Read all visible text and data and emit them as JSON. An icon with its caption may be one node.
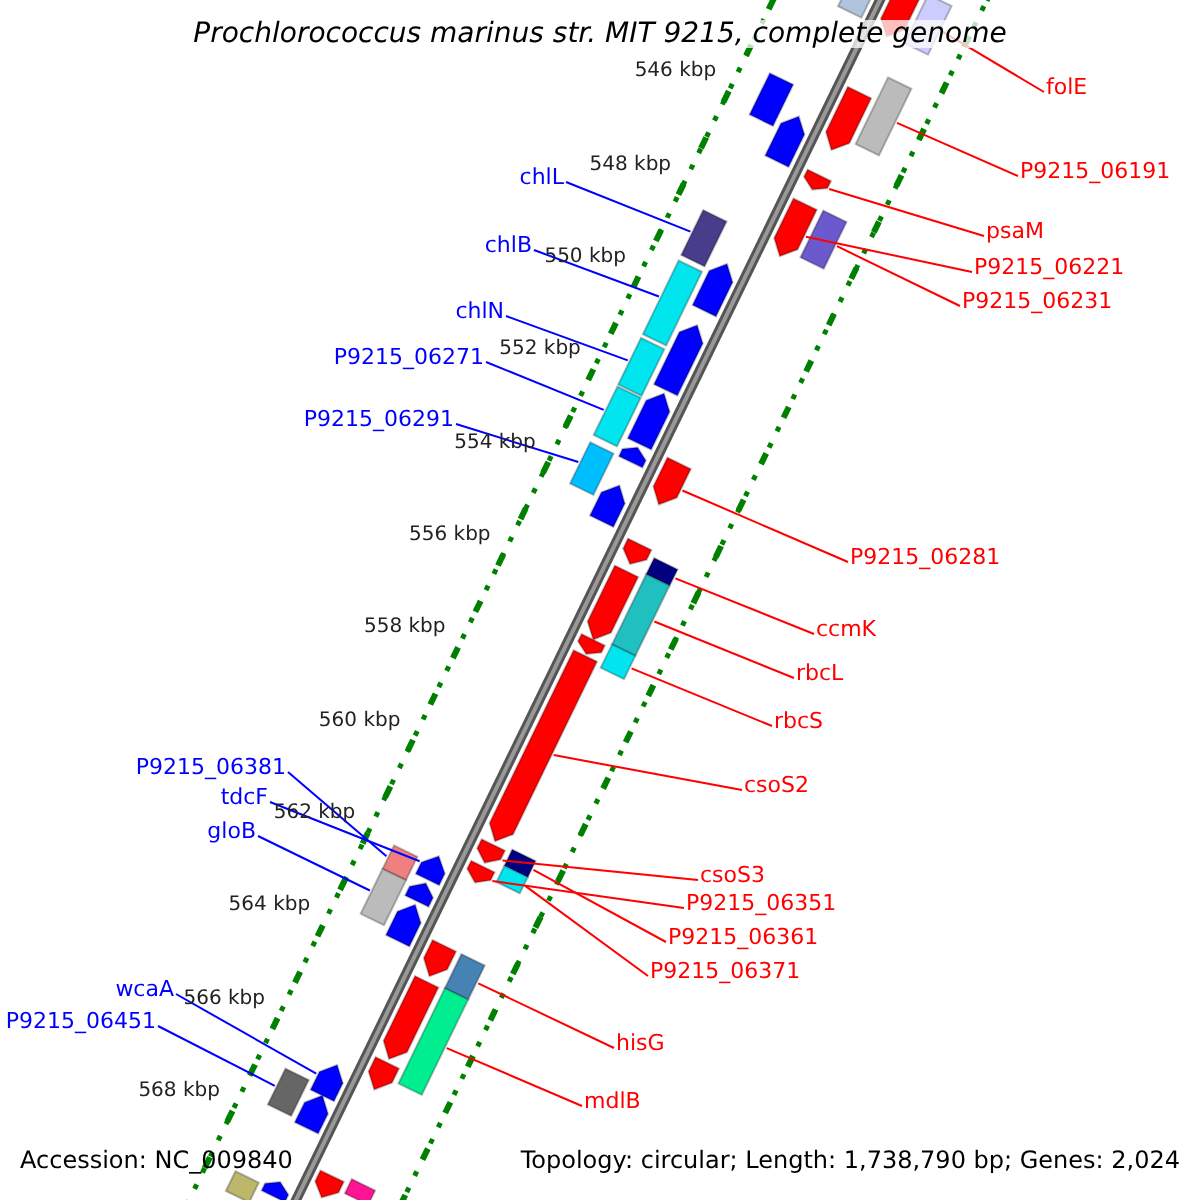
{
  "diagram": {
    "title": "Prochlorococcus marinus str. MIT 9215, complete genome",
    "nodes": [
      {
        "text": [
          "folE"
        ]
      },
      {
        "text": [],
        "shape": "bar"
      },
      {
        "text": [
          "P9215_06191"
        ]
      },
      {
        "text": [],
        "shape": "bar"
      },
      {
        "text": [
          "chlL"
        ]
      },
      {
        "text": [],
        "shape": "bar"
      },
      {
        "text": [
          "psaM"
        ]
      },
      {
        "text": [],
        "shape": "pentagon"
      },
      {
        "text": [
          "P9215_06221"
        ]
      },
      {
        "text": [],
        "shape": "pentagon"
      },
      {
        "text": [
          "chlB"
        ]
      },
      {
        "text": [],
        "shape": "bar"
      },
      {
        "text": [
          "P9215_06231"
        ]
      },
      {
        "text": [],
        "shape": "bar"
      },
      {
        "text": [
          "chlN"
        ]
      },
      {
        "text": [],
        "shape": "bar"
      },
      {
        "text": [
          "P9215_06271"
        ]
      },
      {
        "text": [],
        "shape": "bar"
      },
      {
        "text": [
          "P9215_06291"
        ]
      },
      {
        "text": [],
        "shape": "bar"
      },
      {
        "text": [
          "P9215_06281"
        ]
      },
      {
        "text": [],
        "shape": "pentagon"
      },
      {
        "text": [
          "ccmK"
        ]
      },
      {
        "text": [],
        "shape": "bar"
      },
      {
        "text": [
          "rbcL"
        ]
      },
      {
        "text": [],
        "shape": "bar"
      },
      {
        "text": [
          "rbcS"
        ]
      },
      {
        "text": [],
        "shape": "bar"
      },
      {
        "text": [
          "P9215_06381"
        ]
      },
      {
        "text": [],
        "shape": "bar"
      },
      {
        "text": [
          "csoS2"
        ]
      },
      {
        "text": [],
        "shape": "pentagon"
      },
      {
        "text": [
          "tdcF"
        ]
      },
      {
        "text": [],
        "shape": "pentagon"
      },
      {
        "text": [
          "gloB"
        ]
      },
      {
        "text": [],
        "shape": "bar"
      },
      {
        "text": [
          "csoS3"
        ]
      },
      {
        "text": [],
        "shape": "pentagon"
      },
      {
        "text": [
          "P9215_06351"
        ]
      },
      {
        "text": [],
        "shape": "pentagon"
      },
      {
        "text": [
          "P9215_06361"
        ]
      },
      {
        "text": [],
        "shape": "bar"
      },
      {
        "text": [
          "P9215_06371"
        ]
      },
      {
        "text": [],
        "shape": "bar"
      },
      {
        "text": [
          "wcaA"
        ]
      },
      {
        "text": [],
        "shape": "pentagon"
      },
      {
        "text": [
          "P9215_06451"
        ]
      },
      {
        "text": [],
        "shape": "bar"
      },
      {
        "text": [
          "hisG"
        ]
      },
      {
        "text": [],
        "shape": "bar"
      },
      {
        "text": [
          "mdlB"
        ]
      },
      {
        "text": [],
        "shape": "bar"
      },
      {
        "text": [],
        "shape": "pentagon"
      },
      {
        "text": [],
        "shape": "pentagon"
      },
      {
        "text": [],
        "shape": "pentagon"
      },
      {
        "text": [],
        "shape": "bar"
      },
      {
        "text": [],
        "shape": "pentagon"
      },
      {
        "text": [],
        "shape": "pentagon"
      },
      {
        "text": [],
        "shape": "pentagon"
      },
      {
        "text": [],
        "shape": "pentagon"
      },
      {
        "text": [],
        "shape": "pentagon"
      },
      {
        "text": [],
        "shape": "pentagon"
      },
      {
        "text": [],
        "shape": "pentagon"
      },
      {
        "text": [],
        "shape": "pentagon"
      },
      {
        "text": [],
        "shape": "pentagon"
      },
      {
        "text": [],
        "shape": "pentagon"
      },
      {
        "text": [],
        "shape": "pentagon"
      },
      {
        "text": [],
        "shape": "pentagon"
      },
      {
        "text": [],
        "shape": "pentagon"
      },
      {
        "text": [],
        "shape": "pentagon"
      },
      {
        "text": [],
        "shape": "pentagon"
      },
      {
        "text": [],
        "shape": "pentagon"
      },
      {
        "text": [],
        "shape": "bar"
      },
      {
        "text": [],
        "shape": "bar"
      },
      {
        "text": [],
        "shape": "pentagon"
      }
    ],
    "edges": [
      {
        "from": 0,
        "to": 1,
        "arrow": "none"
      },
      {
        "from": 2,
        "to": 3,
        "arrow": "none"
      },
      {
        "from": 4,
        "to": 5,
        "arrow": "none",
        "color": "#0000ff"
      },
      {
        "from": 6,
        "to": 7,
        "arrow": "none"
      },
      {
        "from": 8,
        "to": 9,
        "arrow": "none"
      },
      {
        "from": 10,
        "to": 11,
        "arrow": "none",
        "color": "#0000ff"
      },
      {
        "from": 12,
        "to": 13,
        "arrow": "none"
      },
      {
        "from": 14,
        "to": 15,
        "arrow": "none",
        "color": "#0000ff"
      },
      {
        "from": 16,
        "to": 17,
        "arrow": "none",
        "color": "#0000ff"
      },
      {
        "from": 18,
        "to": 19,
        "arrow": "none",
        "color": "#0000ff"
      },
      {
        "from": 20,
        "to": 21,
        "arrow": "none"
      },
      {
        "from": 22,
        "to": 23,
        "arrow": "none"
      },
      {
        "from": 24,
        "to": 25,
        "arrow": "none"
      },
      {
        "from": 26,
        "to": 27,
        "arrow": "none"
      },
      {
        "from": 28,
        "to": 29,
        "arrow": "none",
        "color": "#0000ff"
      },
      {
        "from": 30,
        "to": 31,
        "arrow": "none"
      },
      {
        "from": 32,
        "to": 33,
        "arrow": "none",
        "color": "#0000ff"
      },
      {
        "from": 34,
        "to": 35,
        "arrow": "none",
        "color": "#0000ff"
      },
      {
        "from": 36,
        "to": 37,
        "arrow": "none"
      },
      {
        "from": 38,
        "to": 39,
        "arrow": "none"
      },
      {
        "from": 40,
        "to": 41,
        "arrow": "none"
      },
      {
        "from": 42,
        "to": 43,
        "arrow": "none"
      },
      {
        "from": 44,
        "to": 45,
        "arrow": "none",
        "color": "#0000ff"
      },
      {
        "from": 46,
        "to": 47,
        "arrow": "none",
        "color": "#0000ff"
      },
      {
        "from": 48,
        "to": 49,
        "arrow": "none"
      },
      {
        "from": 50,
        "to": 51,
        "arrow": "none"
      }
    ],
    "labels": [
      "546 kbp",
      "548 kbp",
      "550 kbp",
      "552 kbp",
      "554 kbp",
      "556 kbp",
      "558 kbp",
      "560 kbp",
      "562 kbp",
      "564 kbp",
      "566 kbp",
      "568 kbp",
      "Accession: NC_009840",
      "Topology: circular; Length: 1,738,790 bp; Genes: 2,024"
    ]
  }
}
